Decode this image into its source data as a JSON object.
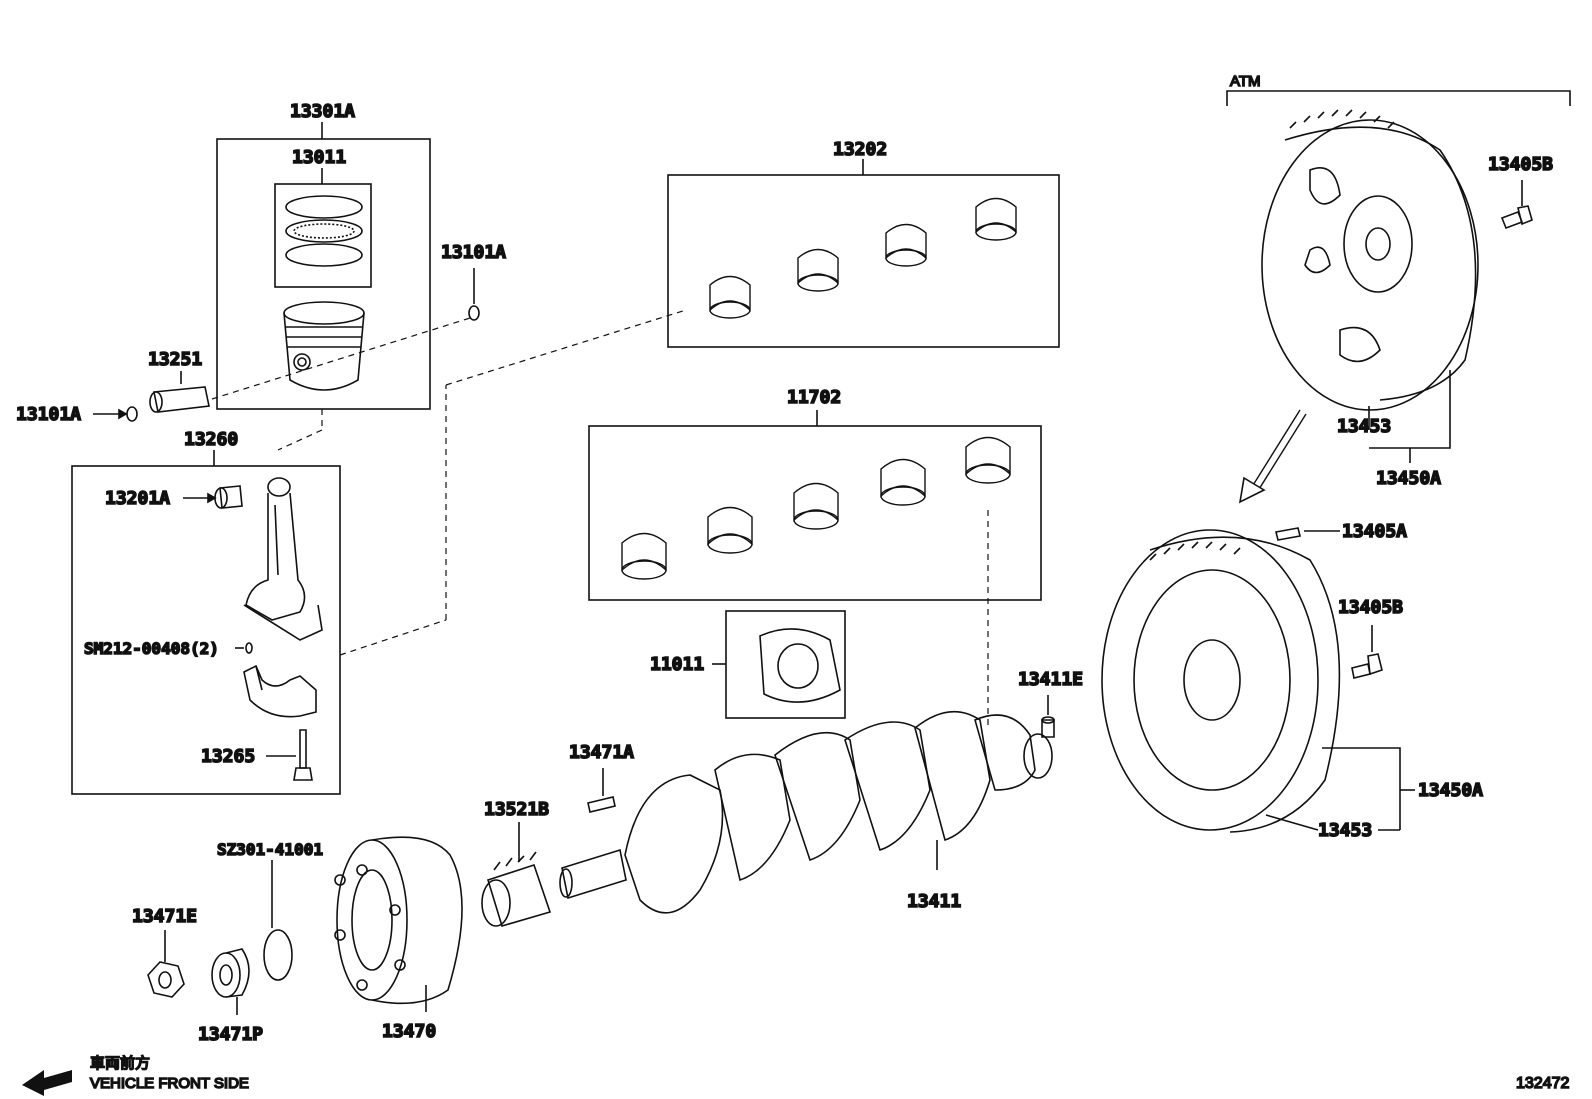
{
  "labels": {
    "p13301A": "13301A",
    "p13011": "13011",
    "p13101A_top": "13101A",
    "p13251": "13251",
    "p13101A_left": "13101A",
    "p13260": "13260",
    "p13201A": "13201A",
    "pSM212": "SM212-00408(2)",
    "p13265": "13265",
    "p13202": "13202",
    "p11702": "11702",
    "p11011": "11011",
    "p13471A": "13471A",
    "p13521B": "13521B",
    "pSZ301": "SZ301-41001",
    "p13471E": "13471E",
    "p13471P": "13471P",
    "p13470": "13470",
    "p13411": "13411",
    "p13411E": "13411E",
    "atm": "ATM",
    "p13405B_top": "13405B",
    "p13453_top": "13453",
    "p13450A_top": "13450A",
    "p13405A": "13405A",
    "p13405B": "13405B",
    "p13450A": "13450A",
    "p13453": "13453",
    "front_jp": "車両前方",
    "front_en": "VEHICLE FRONT SIDE",
    "diagram_no": "132472"
  }
}
